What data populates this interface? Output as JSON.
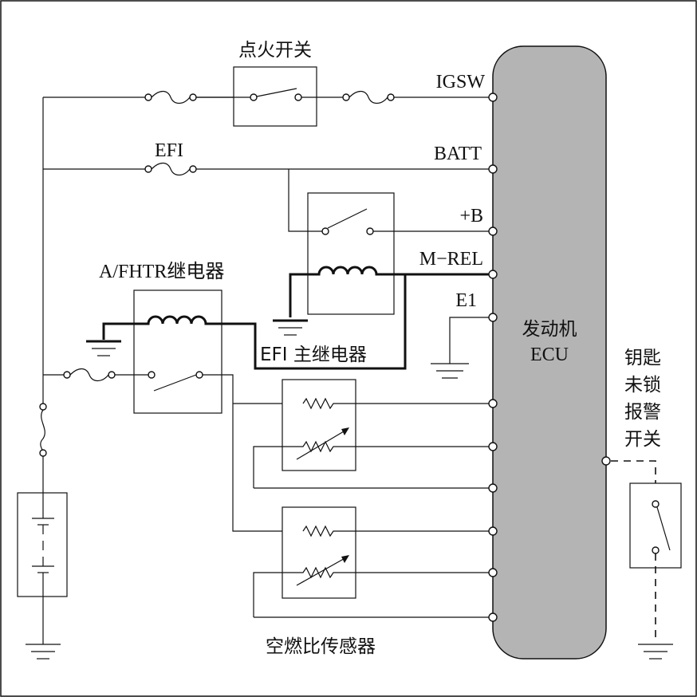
{
  "labels": {
    "ignition_switch": "点火开关",
    "igsw": "IGSW",
    "efi_fuse": "EFI",
    "batt": "BATT",
    "plus_b": "+B",
    "m_rel": "M−REL",
    "e1": "E1",
    "af_htr_relay": "A/FHTR继电器",
    "efi_main_relay": "EFI 主继电器",
    "ecu_line1": "发动机",
    "ecu_line2": "ECU",
    "key_switch": [
      "钥匙",
      "未锁",
      "报警",
      "开关"
    ],
    "af_sensor": "空燃比传感器"
  }
}
